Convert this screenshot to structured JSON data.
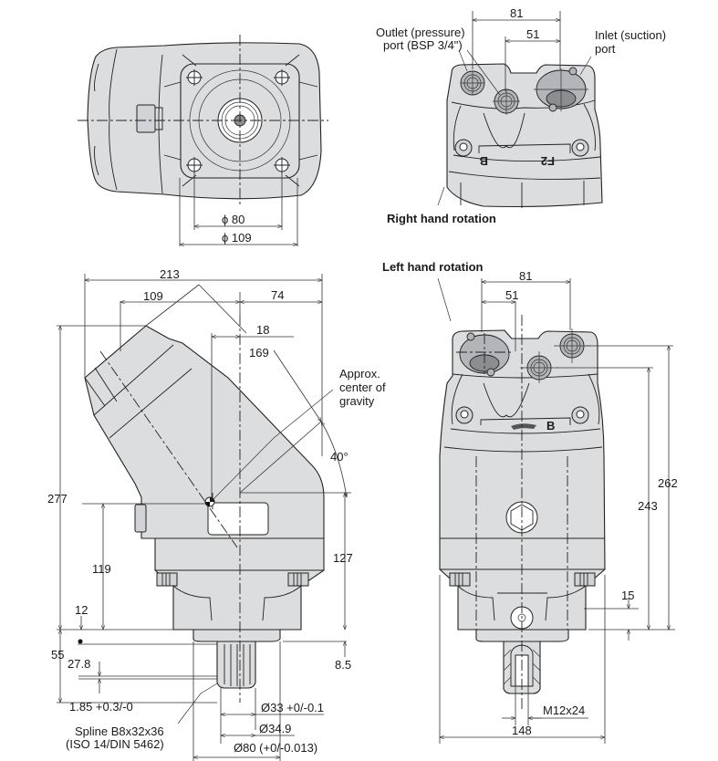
{
  "drawing": {
    "subject": "Bent-axis hydraulic pump dimensional drawing",
    "top_view": {
      "dim_phi_80": "ϕ 80",
      "dim_phi_109": "ϕ 109"
    },
    "right_hand_view": {
      "caption": "Right hand rotation",
      "outlet_label_line1": "Outlet (pressure)",
      "outlet_label_line2": "port (BSP 3/4\")",
      "inlet_label_line1": "Inlet (suction)",
      "inlet_label_line2": "port",
      "dim_81": "81",
      "dim_51": "51",
      "marking_b": "B",
      "marking_f2": "F2"
    },
    "side_view": {
      "dim_213": "213",
      "dim_109": "109",
      "dim_74": "74",
      "dim_18": "18",
      "dim_169": "169",
      "dim_angle": "40°",
      "cog_label_line1": "Approx.",
      "cog_label_line2": "center of",
      "cog_label_line3": "gravity",
      "dim_277": "277",
      "dim_119": "119",
      "dim_127": "127",
      "dim_12": "12",
      "dim_55": "55",
      "dim_27_8": "27.8",
      "dim_8_5": "8.5",
      "dim_1_85": "1.85 +0.3/-0",
      "spline_line1": "Spline B8x32x36",
      "spline_line2": "(ISO 14/DIN 5462)",
      "dim_d33": "Ø33 +0/-0.1",
      "dim_d34_9": "Ø34.9",
      "dim_d80": "Ø80 (+0/-0.013)"
    },
    "left_hand_view": {
      "caption": "Left hand rotation",
      "dim_81": "81",
      "dim_51": "51",
      "dim_262": "262",
      "dim_243": "243",
      "dim_15": "15",
      "dim_148": "148",
      "thread": "M12x24",
      "marking_b": "B"
    }
  }
}
